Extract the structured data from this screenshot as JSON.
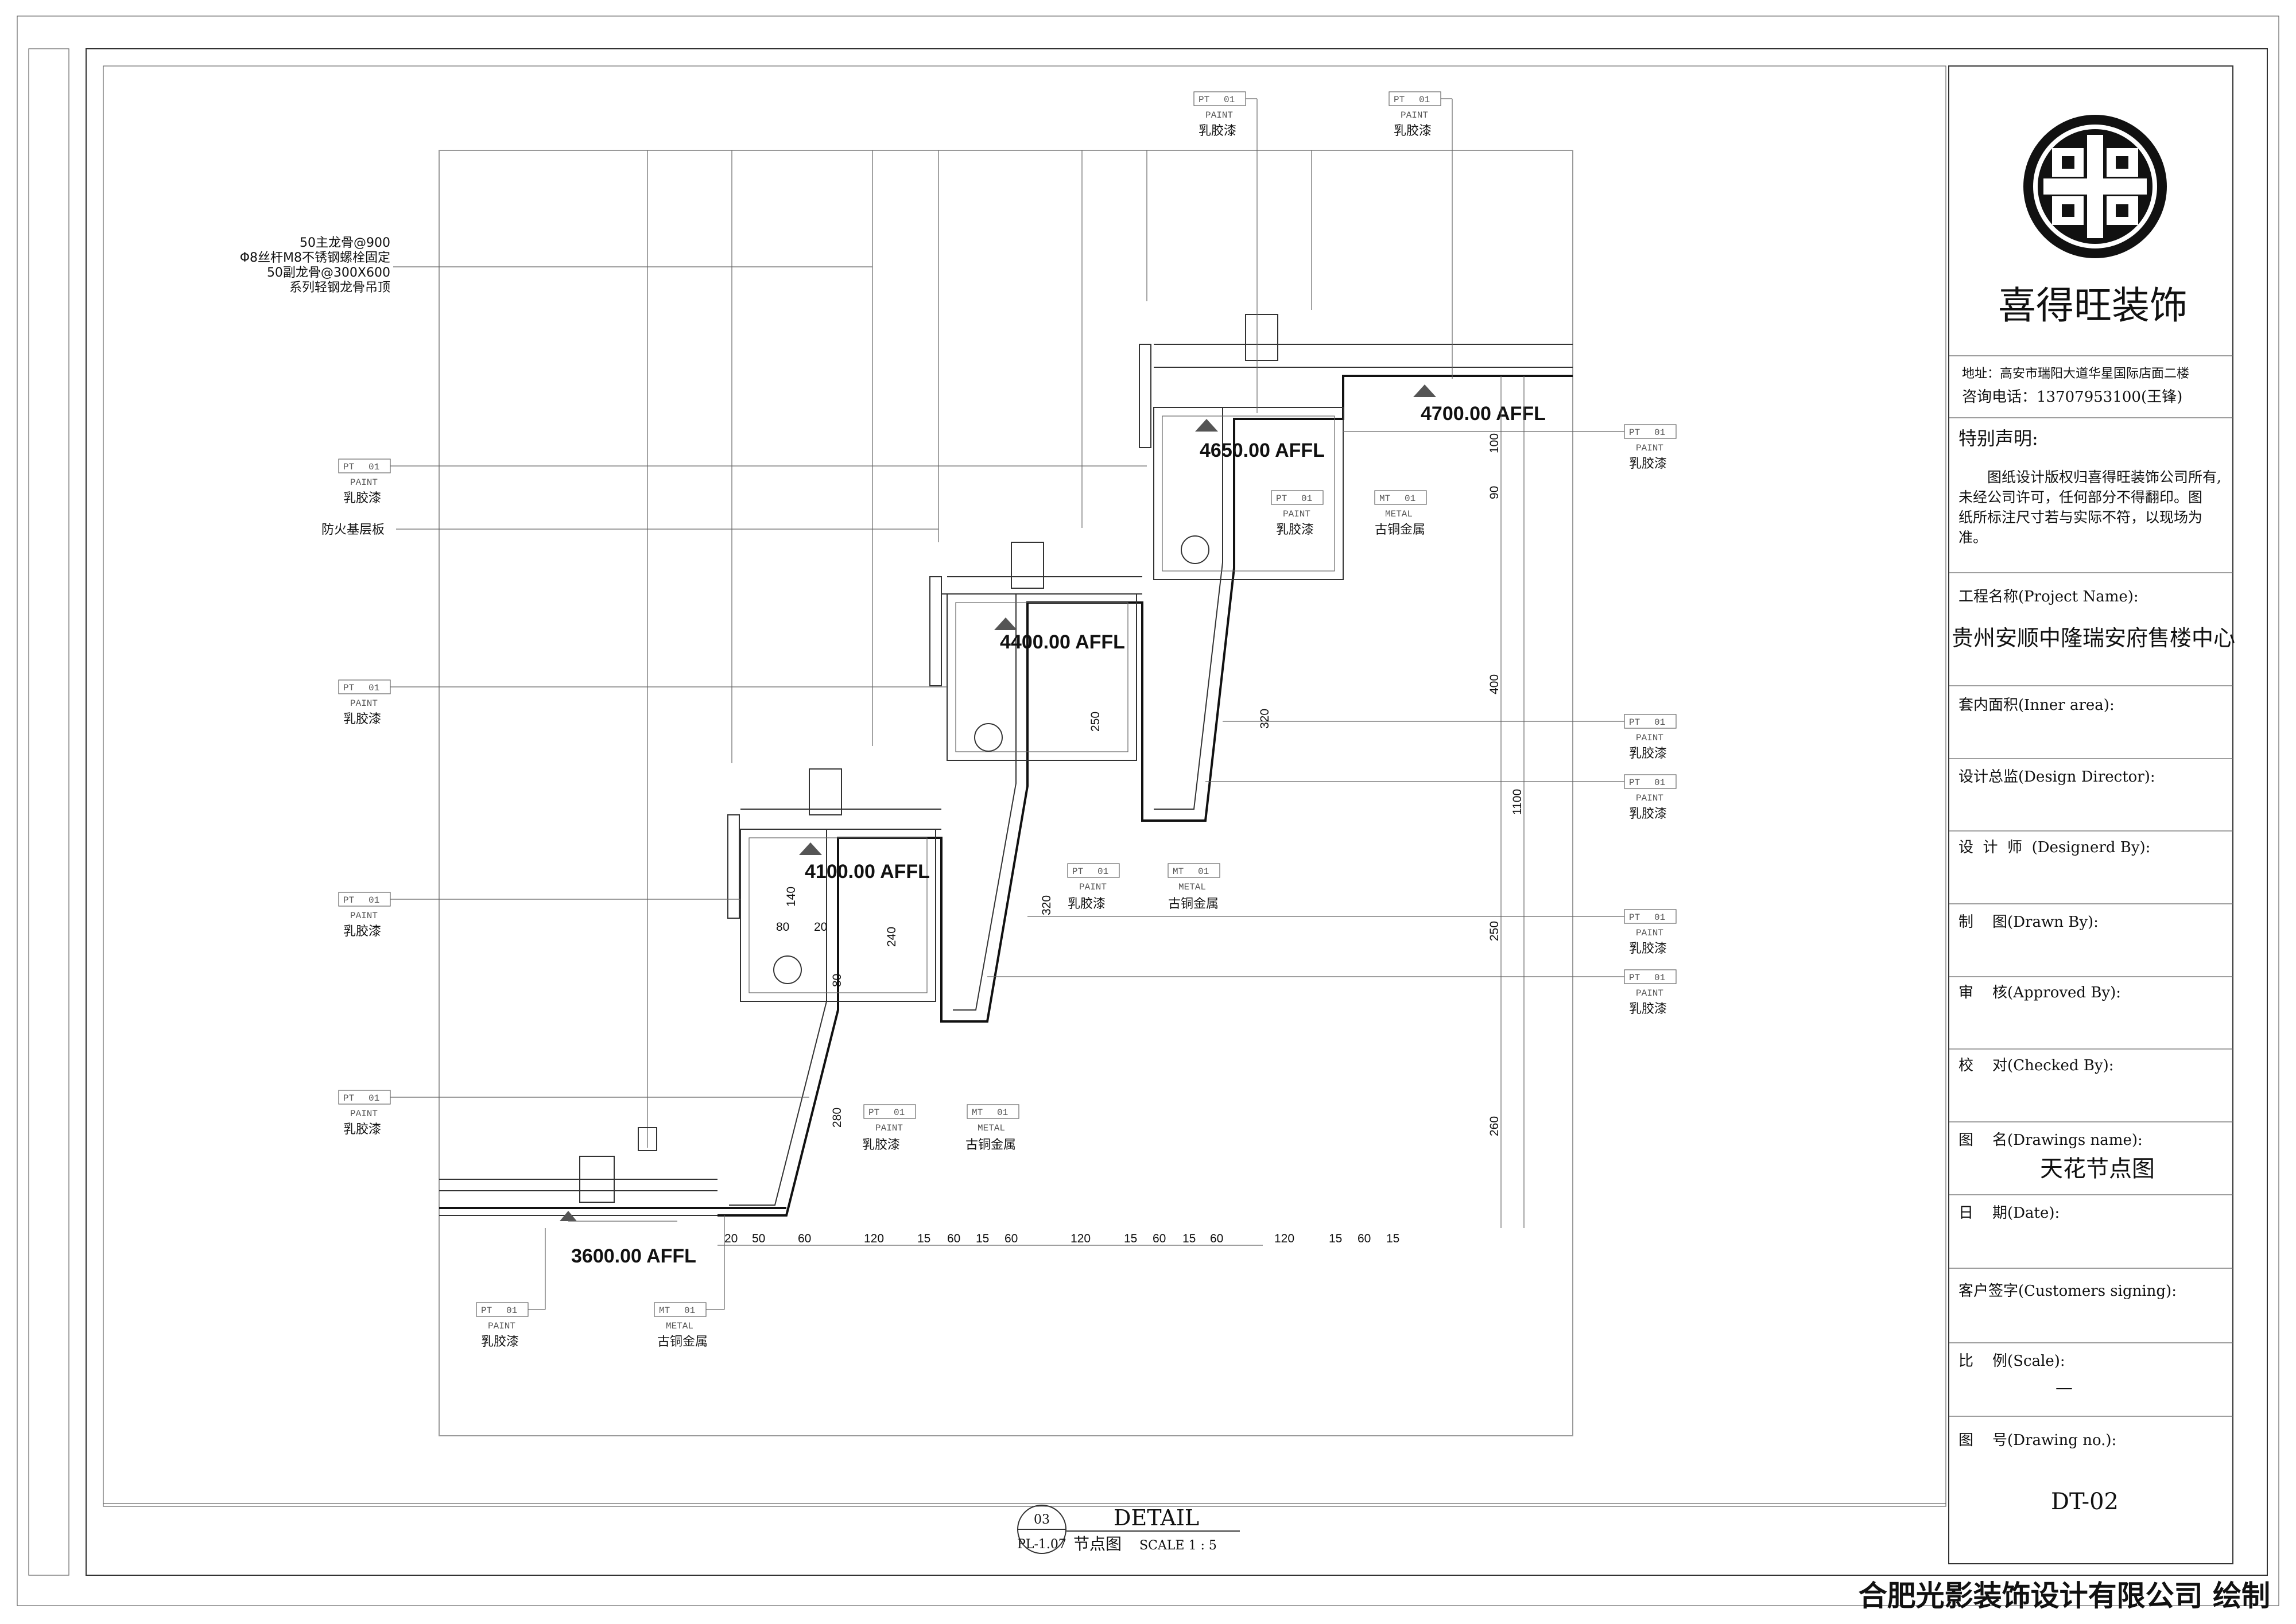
{
  "title_block": {
    "company_name": "喜得旺装饰",
    "address": "地址：高安市瑞阳大道华星国际店面二楼",
    "phone": "咨询电话：13707953100(王锋)",
    "notice_title": "特别声明:",
    "notice_text": [
      "图纸设计版权归喜得旺装饰公司所有,",
      "未经公司许可，任何部分不得翻印。图",
      "纸所标注尺寸若与实际不符，以现场为",
      "准。"
    ],
    "project_name_label": "工程名称(Project Name):",
    "project_name": "贵州安顺中隆瑞安府售楼中心",
    "inner_area_label": "套内面积(Inner area):",
    "design_director_label": "设计总监(Design Director):",
    "designer_label": "设  计  师  (Designerd By):",
    "drawn_by_label": "制    图(Drawn By):",
    "approved_by_label": "审    核(Approved By):",
    "checked_by_label": "校    对(Checked By):",
    "drawing_name_label": "图    名(Drawings name):",
    "drawing_name": "天花节点图",
    "date_label": "日    期(Date):",
    "customer_label": "客户签字(Customers signing):",
    "scale_label": "比    例(Scale):",
    "scale_value": "—",
    "drawing_no_label": "图    号(Drawing no.):",
    "drawing_no": "DT-02"
  },
  "detail_caption": {
    "number": "03",
    "heading": "DETAIL",
    "ref": "PL-1.07",
    "name": "节点图",
    "scale": "SCALE 1 : 5"
  },
  "footer_credit": "合肥光影装饰设计有限公司 绘制",
  "notes": {
    "spec_lines": [
      "50主龙骨@900",
      "Φ8丝杆M8不锈钢螺栓固定",
      "50副龙骨@300X600",
      "系列轻钢龙骨吊顶"
    ],
    "fire_board": "防火基层板"
  },
  "tags": {
    "pt_code": "PT",
    "mt_code": "MT",
    "num": "01",
    "paint_word": "PAINT",
    "metal_word": "METAL",
    "paint_cn": "乳胶漆",
    "metal_cn": "古铜金属"
  },
  "elevations": [
    "3600.00 AFFL",
    "4100.00 AFFL",
    "4400.00 AFFL",
    "4650.00 AFFL",
    "4700.00 AFFL"
  ],
  "dims": {
    "bottom": [
      "20",
      "50",
      "60",
      "120",
      "15",
      "60",
      "15",
      "60",
      "120",
      "15",
      "60",
      "15",
      "60",
      "120",
      "15",
      "60",
      "15"
    ],
    "right": [
      "100",
      "90",
      "400",
      "1100",
      "250",
      "260"
    ],
    "inner": [
      "140",
      "80",
      "20",
      "240",
      "80",
      "280",
      "320",
      "250",
      "320"
    ]
  }
}
